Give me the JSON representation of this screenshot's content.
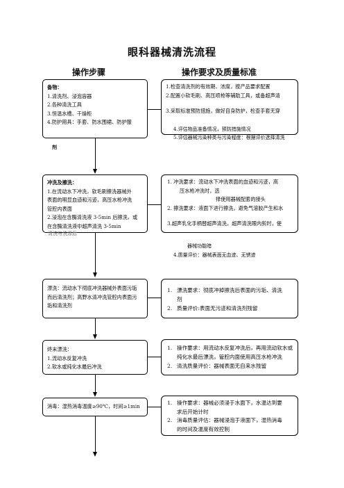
{
  "title": "眼科器械清洗流程",
  "headers": {
    "steps": "操作步骤",
    "standards": "操作要求及质量标准"
  },
  "step1": {
    "lines": [
      "备物：",
      "1.清洗剂、浸泡容器",
      "2.各种清洗工具",
      "3.恒温水槽、干燥柜",
      "4.防护用具：手套、防水围裙、防护服"
    ],
    "overflow": "剂"
  },
  "std1": {
    "lines": [
      "1.检查清洗剂的有效期、浓度，按产品要求配置",
      "2.配置小软毛刷、高压喷枪等辅助工具，或备超声清",
      "3.采取标准预防措施，做好自身防护，检查手套无穿",
      "4.评估物品准备情况，预防措施情况",
      "5.评估器械污染种类与污染程度：根据评价选择清洗"
    ]
  },
  "step2": {
    "lines": [
      "冲洗及擦洗：",
      "1.在流动水下冲洗，软毛刷擦洗器械外",
      "表面的明显血迹和污迹，高压水枪冲洗",
      "管腔内表面",
      "2.浸泡在含酶清洗液 3-5min 后擦洗，或",
      "在含酶清洗液中超声清洗 3-5min"
    ],
    "overflow": "清洗与洗涤后"
  },
  "std2": {
    "lines": [
      "1.    冲洗要求：流动水下冲洗表面的血迹和污迹，高",
      "压水枪冲洗时，选",
      "择使用器械配套的接头",
      "2.  擦洗要求：液面下进行擦洗，避免气溶胶产生和水",
      "3.超声乳化手柄替超声清洗，超声清洗眼内剪时，使",
      "器械功能暗",
      "4.质量评价：器械表面无血迹、无锈迹"
    ]
  },
  "step3": {
    "lines": [
      "漂洗：流动水下彻底冲洗器械外表面污垢",
      "而后清洗剂；高野水清冲洗管腔内表面污",
      "垢和清洗剂"
    ]
  },
  "std3": {
    "items": [
      {
        "num": "1.",
        "text": "漂洗要求：彻底冲掉擦洗后表面的污垢、清洗"
      },
      {
        "num": "",
        "text": "剂"
      },
      {
        "num": "2.",
        "text": "质量评价:表面无污迹和清洗剂残留"
      }
    ]
  },
  "step4": {
    "lines": [
      "终末漂洗：",
      "1.流动水反复冲洗",
      "2.软水或纯化水最后冲洗"
    ]
  },
  "std4": {
    "items": [
      {
        "num": "1.",
        "text": "操作要求：用流动水反复冲洗后，再用流动软水或"
      },
      {
        "num": "",
        "text": "纯化水最后漂洗，管腔内面使用高压水枪冲洗"
      },
      {
        "num": "2.",
        "text": "清洗质量评价：器械表面无自来水残留"
      }
    ]
  },
  "step5": {
    "lines": [
      "消毒：湿热消毒温度≥90℃，时间≥1min"
    ]
  },
  "std5": {
    "items": [
      {
        "num": "1.",
        "text": "操作要求：器械必须浸于水面下，水温达到要"
      },
      {
        "num": "",
        "text": "求后开始计时"
      },
      {
        "num": "2.",
        "text": "消毒质量评估：器械浸泡于液面下，湿热消毒"
      },
      {
        "num": "",
        "text": "的时间及温度有效控制"
      }
    ]
  }
}
